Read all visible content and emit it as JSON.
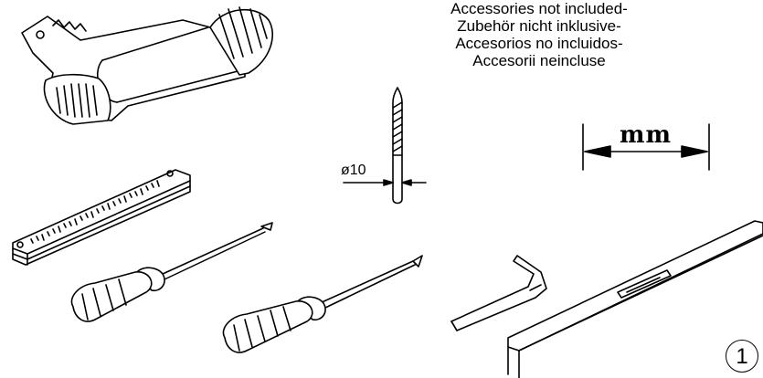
{
  "notice_lines": [
    "Accessories not included-",
    "Zubehör nicht inklusive-",
    "Accesorios no incluidos-",
    "Accesorii neincluse"
  ],
  "drill_bit_diameter_label": "ø10",
  "measure_unit_label": "mm",
  "figure_number": "1",
  "icons": [
    "power-drill-icon",
    "folding-ruler-icon",
    "flat-screwdriver-icon",
    "phillips-screwdriver-icon",
    "drill-bit-icon",
    "allen-key-icon",
    "spirit-level-icon"
  ]
}
